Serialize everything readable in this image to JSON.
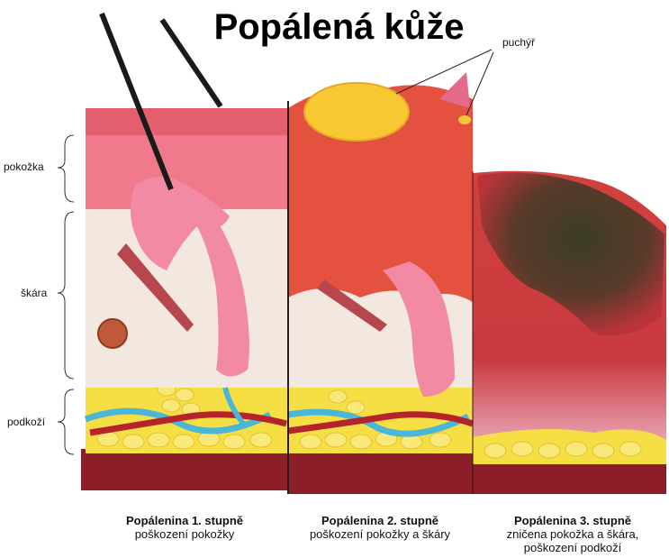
{
  "title": "Popálená kůže",
  "blister_label": "puchýř",
  "layers": {
    "epidermis": "pokožka",
    "dermis": "škára",
    "subcutis": "podkoží"
  },
  "captions": [
    {
      "head": "Popálenina 1. stupně",
      "desc": "poškození pokožky"
    },
    {
      "head": "Popálenina 2. stupně",
      "desc": "poškození pokožky a škáry"
    },
    {
      "head": "Popálenina 3. stupně",
      "desc": "zničena pokožka a škára, poškození podkoží"
    }
  ],
  "colors": {
    "skin_pink": "#f07a8c",
    "dermis_cream": "#f3e8df",
    "fat_yellow": "#f6de45",
    "burn_red": "#e5513f",
    "char_dark": "#3e3b2a",
    "vessel_blue": "#4ab7d8",
    "vessel_red": "#b5232b",
    "base_dark": "#8c1e28"
  }
}
